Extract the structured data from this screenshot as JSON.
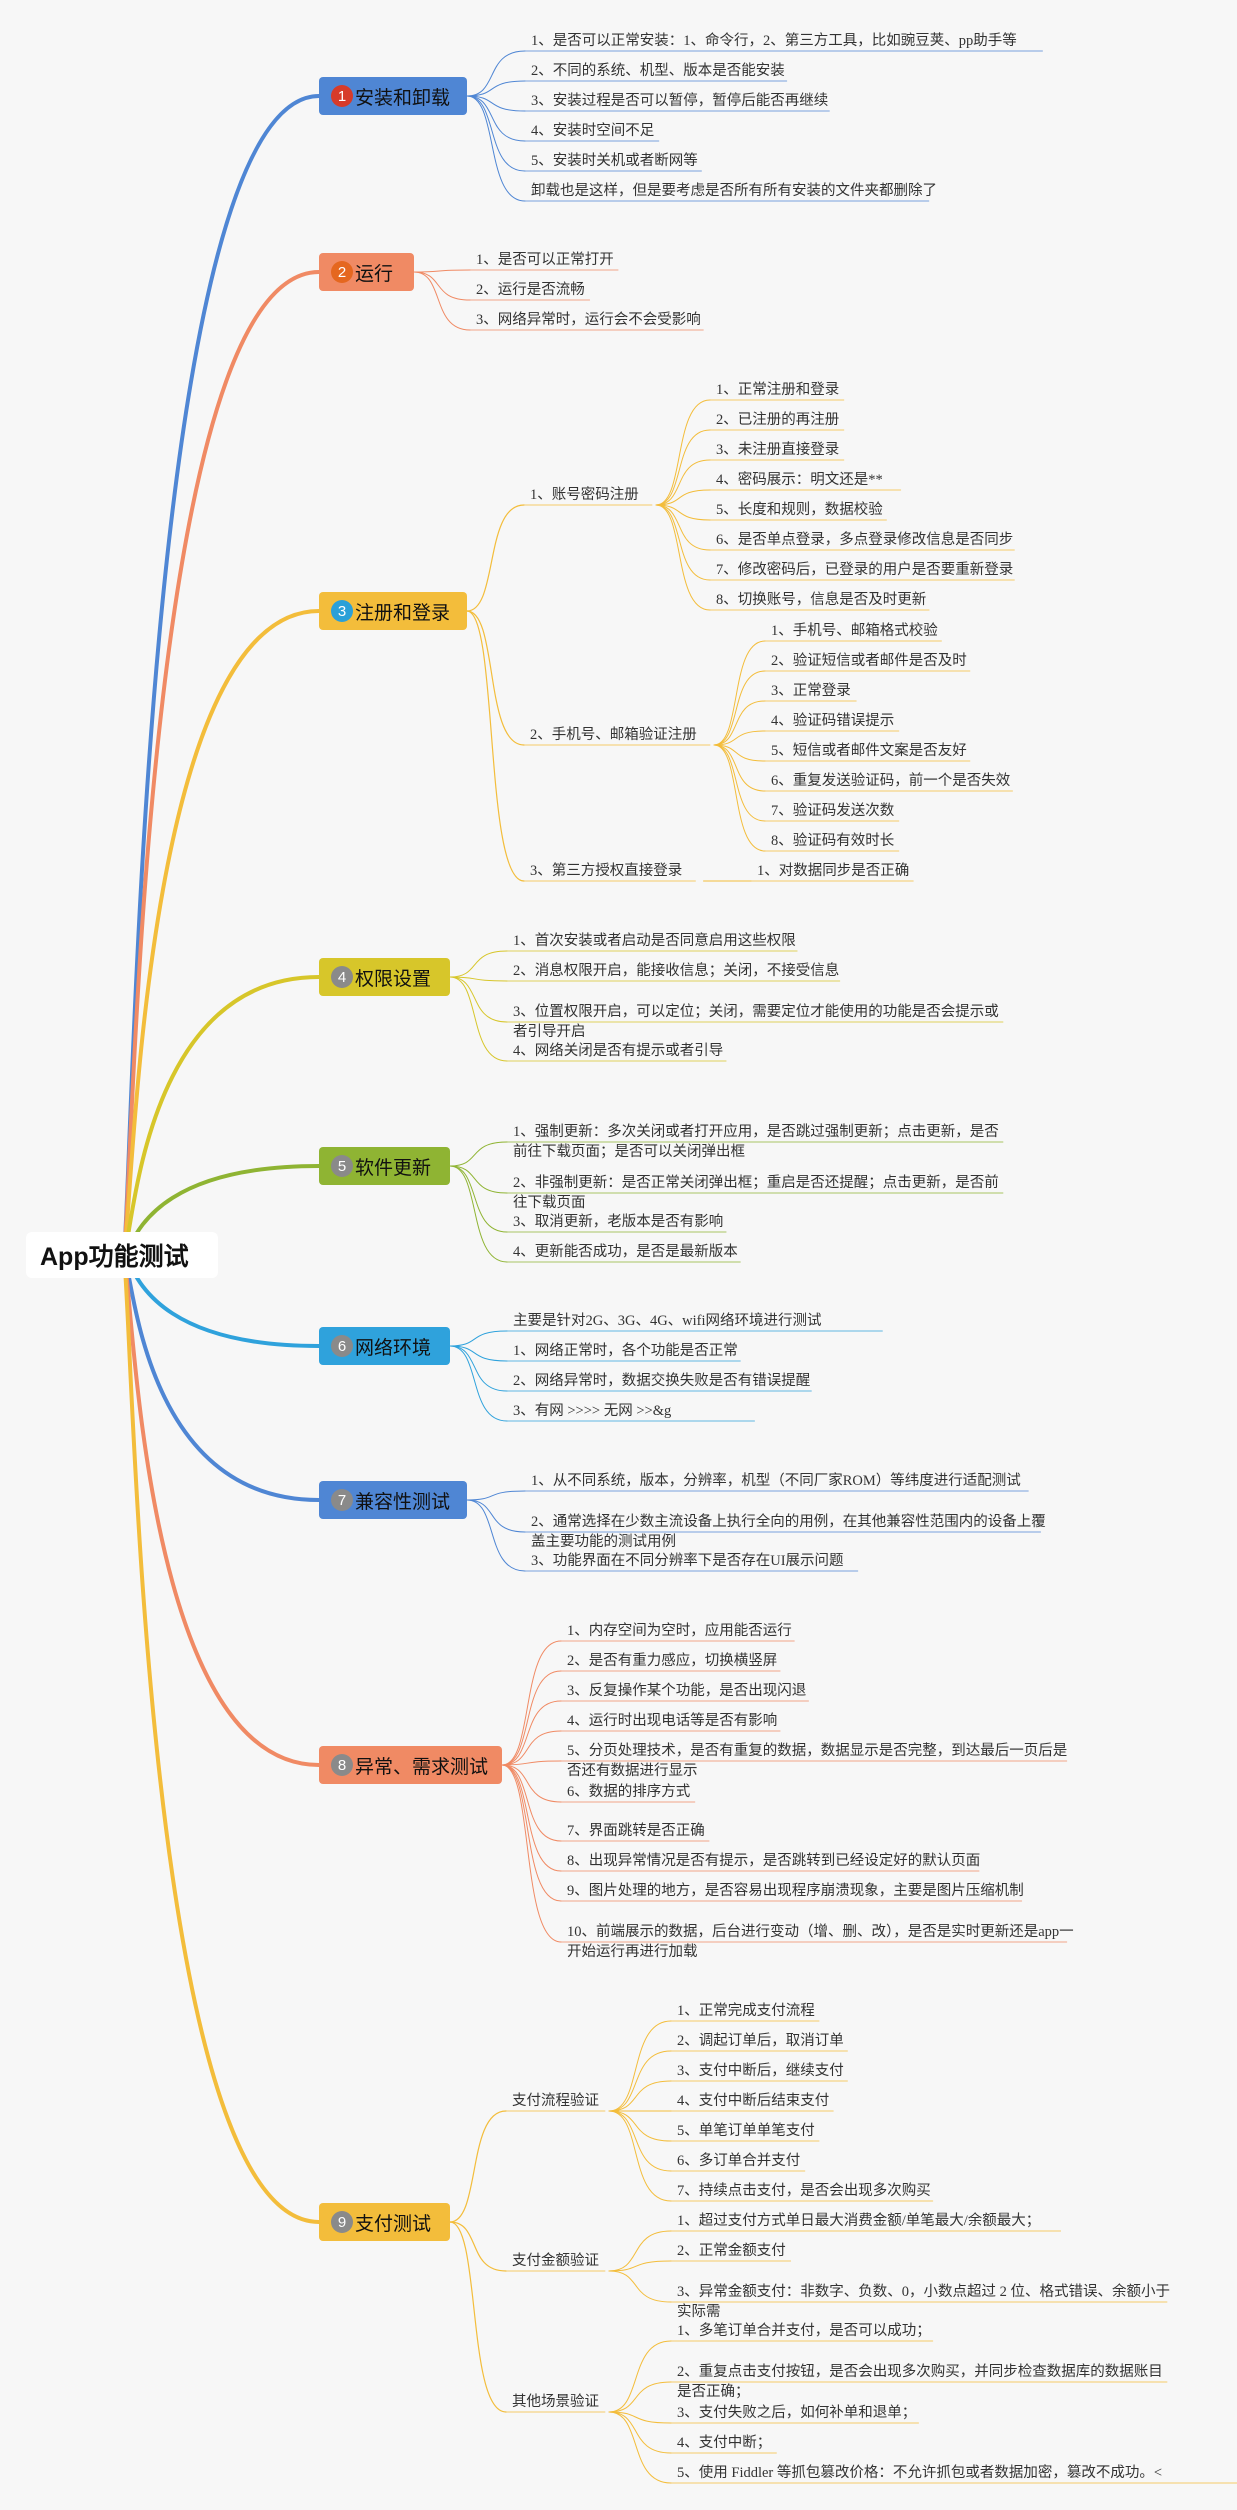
{
  "root": {
    "title": "App功能测试"
  },
  "branches": [
    {
      "num": "1",
      "label": "安装和卸载",
      "fill": "#4f86d4",
      "badge": "#d73b2a",
      "line": "#4f86d4",
      "items": [
        "1、是否可以正常安装：1、命令行，2、第三方工具，比如豌豆荚、pp助手等",
        "2、不同的系统、机型、版本是否能安装",
        "3、安装过程是否可以暂停，暂停后能否再继续",
        "4、安装时空间不足",
        "5、安装时关机或者断网等",
        "卸载也是这样，但是要考虑是否所有所有安装的文件夹都删除了"
      ]
    },
    {
      "num": "2",
      "label": "运行",
      "fill": "#f08a64",
      "badge": "#e5671f",
      "line": "#f08a64",
      "items": [
        "1、是否可以正常打开",
        "2、运行是否流畅",
        "3、网络异常时，运行会不会受影响"
      ]
    },
    {
      "num": "3",
      "label": "注册和登录",
      "fill": "#f3bd3b",
      "badge": "#2aa0d8",
      "line": "#f3bd3b",
      "subs": [
        {
          "label": "1、账号密码注册",
          "items": [
            "1、正常注册和登录",
            "2、已注册的再注册",
            "3、未注册直接登录",
            "4、密码展示：明文还是**",
            "5、长度和规则，数据校验",
            "6、是否单点登录，多点登录修改信息是否同步",
            "7、修改密码后，已登录的用户是否要重新登录",
            "8、切换账号，信息是否及时更新"
          ]
        },
        {
          "label": "2、手机号、邮箱验证注册",
          "items": [
            "1、手机号、邮箱格式校验",
            "2、验证短信或者邮件是否及时",
            "3、正常登录",
            "4、验证码错误提示",
            "5、短信或者邮件文案是否友好",
            "6、重复发送验证码，前一个是否失效",
            "7、验证码发送次数",
            "8、验证码有效时长"
          ]
        },
        {
          "label": "3、第三方授权直接登录",
          "items": [
            "1、对数据同步是否正确"
          ]
        }
      ]
    },
    {
      "num": "4",
      "label": "权限设置",
      "fill": "#d7c62a",
      "badge": "#8a8a8a",
      "line": "#d7c62a",
      "items": [
        "1、首次安装或者启动是否同意启用这些权限",
        "2、消息权限开启，能接收信息；关闭，不接受信息",
        "3、位置权限开启，可以定位；关闭，需要定位才能使用的功能是否会提示或者引导开启",
        "4、网络关闭是否有提示或者引导"
      ]
    },
    {
      "num": "5",
      "label": "软件更新",
      "fill": "#8fb433",
      "badge": "#8a8a8a",
      "line": "#8fb433",
      "items": [
        "1、强制更新：多次关闭或者打开应用，是否跳过强制更新；点击更新，是否前往下载页面；是否可以关闭弹出框",
        "2、非强制更新：是否正常关闭弹出框；重启是否还提醒；点击更新，是否前往下载页面",
        "3、取消更新，老版本是否有影响",
        "4、更新能否成功，是否是最新版本"
      ]
    },
    {
      "num": "6",
      "label": "网络环境",
      "fill": "#2fa2dc",
      "badge": "#8a8a8a",
      "line": "#2fa2dc",
      "items": [
        "主要是针对2G、3G、4G、wifi网络环境进行测试",
        "1、网络正常时，各个功能是否正常",
        "2、网络异常时，数据交换失败是否有错误提醒",
        "3、有网 >>>> 无网 >>&g"
      ]
    },
    {
      "num": "7",
      "label": "兼容性测试",
      "fill": "#4f86d4",
      "badge": "#8a8a8a",
      "line": "#4f86d4",
      "items": [
        "1、从不同系统，版本，分辨率，机型（不同厂家ROM）等纬度进行适配测试",
        "2、通常选择在少数主流设备上执行全向的用例，在其他兼容性范围内的设备上覆盖主要功能的测试用例",
        "3、功能界面在不同分辨率下是否存在UI展示问题"
      ]
    },
    {
      "num": "8",
      "label": "异常、需求测试",
      "fill": "#f08a64",
      "badge": "#8a8a8a",
      "line": "#f08a64",
      "items": [
        "1、内存空间为空时，应用能否运行",
        "2、是否有重力感应，切换横竖屏",
        "3、反复操作某个功能，是否出现闪退",
        "4、运行时出现电话等是否有影响",
        "5、分页处理技术，是否有重复的数据，数据显示是否完整，到达最后一页后是否还有数据进行显示",
        "6、数据的排序方式",
        "7、界面跳转是否正确",
        "8、出现异常情况是否有提示，是否跳转到已经设定好的默认页面",
        "9、图片处理的地方，是否容易出现程序崩溃现象，主要是图片压缩机制",
        "10、前端展示的数据，后台进行变动（增、删、改），是否是实时更新还是app一开始运行再进行加载"
      ]
    },
    {
      "num": "9",
      "label": "支付测试",
      "fill": "#f3bd3b",
      "badge": "#8a8a8a",
      "line": "#f3bd3b",
      "subs": [
        {
          "label": "支付流程验证",
          "items": [
            "1、正常完成支付流程",
            "2、调起订单后，取消订单",
            "3、支付中断后，继续支付",
            "4、支付中断后结束支付",
            "5、单笔订单单笔支付",
            "6、多订单合并支付",
            "7、持续点击支付，是否会出现多次购买"
          ]
        },
        {
          "label": "支付金额验证",
          "items": [
            "1、超过支付方式单日最大消费金额/单笔最大/余额最大；",
            "2、正常金额支付",
            "3、异常金额支付：非数字、负数、0，小数点超过 2 位、格式错误、余额小于实际需"
          ]
        },
        {
          "label": "其他场景验证",
          "items": [
            "1、多笔订单合并支付，是否可以成功；",
            "2、重复点击支付按钮，是否会出现多次购买，并同步检查数据库的数据账目是否正确；",
            "3、支付失败之后，如何补单和退单；",
            "4、支付中断；",
            "5、使用 Fiddler 等抓包篡改价格：不允许抓包或者数据加密，篡改不成功。<"
          ]
        }
      ]
    }
  ]
}
